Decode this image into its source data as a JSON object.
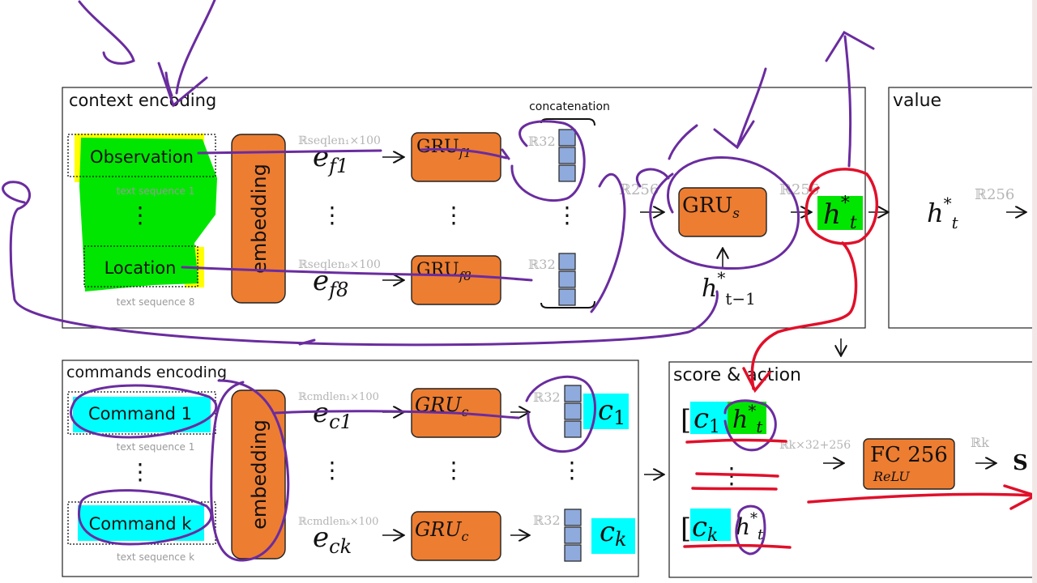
{
  "context": {
    "title": "context encoding",
    "items": [
      "Observation",
      "Location"
    ],
    "seq_labels": [
      "text sequence 1",
      "text sequence 8"
    ],
    "embedding": "embedding",
    "dims_top": "ℝseqlen₁×100",
    "dims_bottom": "ℝseqlen₈×100",
    "e_top": "e",
    "e_top_sub": "f1",
    "e_bottom": "e",
    "e_bottom_sub": "f8",
    "gru_top": "GRU",
    "gru_top_sub": "f1",
    "gru_bottom": "GRU",
    "gru_bottom_sub": "f8",
    "r32_top": "ℝ32",
    "r32_bottom": "ℝ32",
    "concat": "concatenation",
    "r256": "ℝ256",
    "grus": "GRU",
    "grus_sub": "s",
    "ht": "h",
    "ht_sup": "*",
    "ht_sub": "t",
    "ht_prev": "h",
    "ht_prev_sup": "*",
    "ht_prev_sub": "t−1",
    "r256_out": "ℝ256"
  },
  "value": {
    "title": "value",
    "ht": "h",
    "ht_sup": "*",
    "ht_sub": "t",
    "r256": "ℝ256"
  },
  "commands": {
    "title": "commands encoding",
    "items": [
      "Command 1",
      "Command k"
    ],
    "seq_labels": [
      "text sequence 1",
      "text sequence k"
    ],
    "embedding": "embedding",
    "dims_top": "ℝcmdlen₁×100",
    "dims_bottom": "ℝcmdlenₖ×100",
    "e_top": "e",
    "e_top_sub": "c1",
    "e_bottom": "e",
    "e_bottom_sub": "ck",
    "gru_top": "GRU",
    "gru_top_sub": "c",
    "gru_bottom": "GRU",
    "gru_bottom_sub": "c",
    "r32_top": "ℝ32",
    "r32_bottom": "ℝ32",
    "c_top": "c",
    "c_top_sub": "1",
    "c_bottom": "c",
    "c_bottom_sub": "k"
  },
  "score": {
    "title": "score & action",
    "row1_c": "c",
    "row1_c_sub": "1",
    "row1_h": "h",
    "row1_h_sup": "*",
    "row1_h_sub": "t",
    "rowk_c": "c",
    "rowk_c_sub": "k",
    "rowk_h": "h",
    "rowk_h_sup": "*",
    "rowk_h_sub": "t",
    "dims": "ℝk×32+256",
    "fc": "FC 256",
    "fc_sub": "ReLU",
    "rk": "ℝk",
    "out": "S"
  },
  "dots": "⋮"
}
